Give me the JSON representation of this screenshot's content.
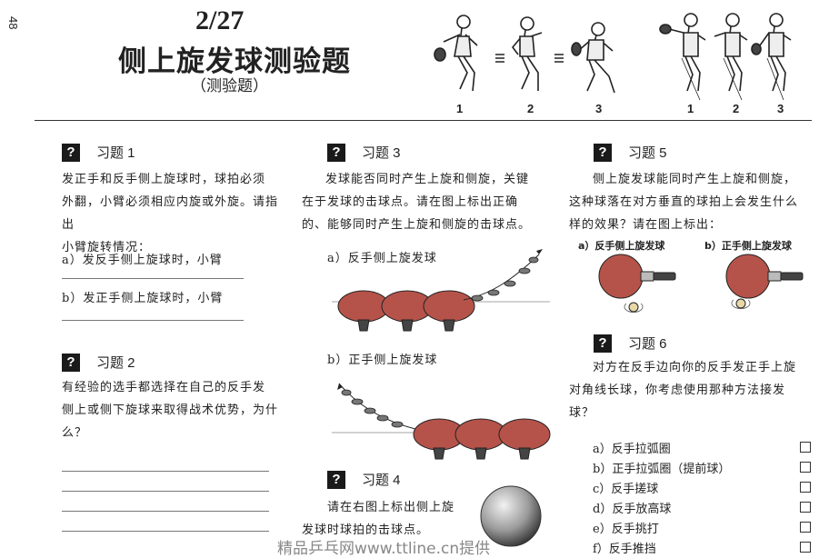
{
  "page_number": "48",
  "lesson_number": "2/27",
  "title": "侧上旋发球测验题",
  "subtitle": "（测验题）",
  "sequence_left": [
    "1",
    "2",
    "3"
  ],
  "sequence_right": [
    "1",
    "2",
    "3"
  ],
  "q1": {
    "title": "习题 1",
    "text": [
      "发正手和反手侧上旋球时，球拍必须",
      "外翻，小臂必须相应内旋或外旋。请指出",
      "小臂旋转情况："
    ],
    "items": [
      "a）发反手侧上旋球时，小臂",
      "b）发正手侧上旋球时，小臂"
    ]
  },
  "q2": {
    "title": "习题 2",
    "text": [
      "有经验的选手都选择在自己的反手发",
      "侧上或侧下旋球来取得战术优势，为什",
      "么？"
    ]
  },
  "q3": {
    "title": "习题 3",
    "text": [
      "发球能否同时产生上旋和侧旋，关键",
      "在于发球的击球点。请在图上标出正确",
      "的、能够同时产生上旋和侧旋的击球点。"
    ],
    "label_a": "a）反手侧上旋发球",
    "label_b": "b）正手侧上旋发球"
  },
  "q4": {
    "title": "习题 4",
    "text": [
      "请在右图上标出侧上旋",
      "发球时球拍的击球点。"
    ]
  },
  "q5": {
    "title": "习题 5",
    "text": [
      "侧上旋发球能同时产生上旋和侧旋，",
      "这种球落在对方垂直的球拍上会发生什么",
      "样的效果？请在图上标出："
    ],
    "label_a": "a）反手侧上旋发球",
    "label_b": "b）正手侧上旋发球"
  },
  "q6": {
    "title": "习题 6",
    "text": [
      "对方在反手边向你的反手发正手上旋",
      "对角线长球，你考虑使用那种方法接发",
      "球？"
    ],
    "options": [
      "a）反手拉弧圈",
      "b）正手拉弧圈（提前球）",
      "c）反手搓球",
      "d）反手放高球",
      "e）反手挑打",
      "f）反手推挡"
    ]
  },
  "watermark": "精品乒乓网www.ttline.cn提供",
  "colors": {
    "paddle": "#b5534a",
    "handle": "#444444",
    "ink": "#222222"
  }
}
